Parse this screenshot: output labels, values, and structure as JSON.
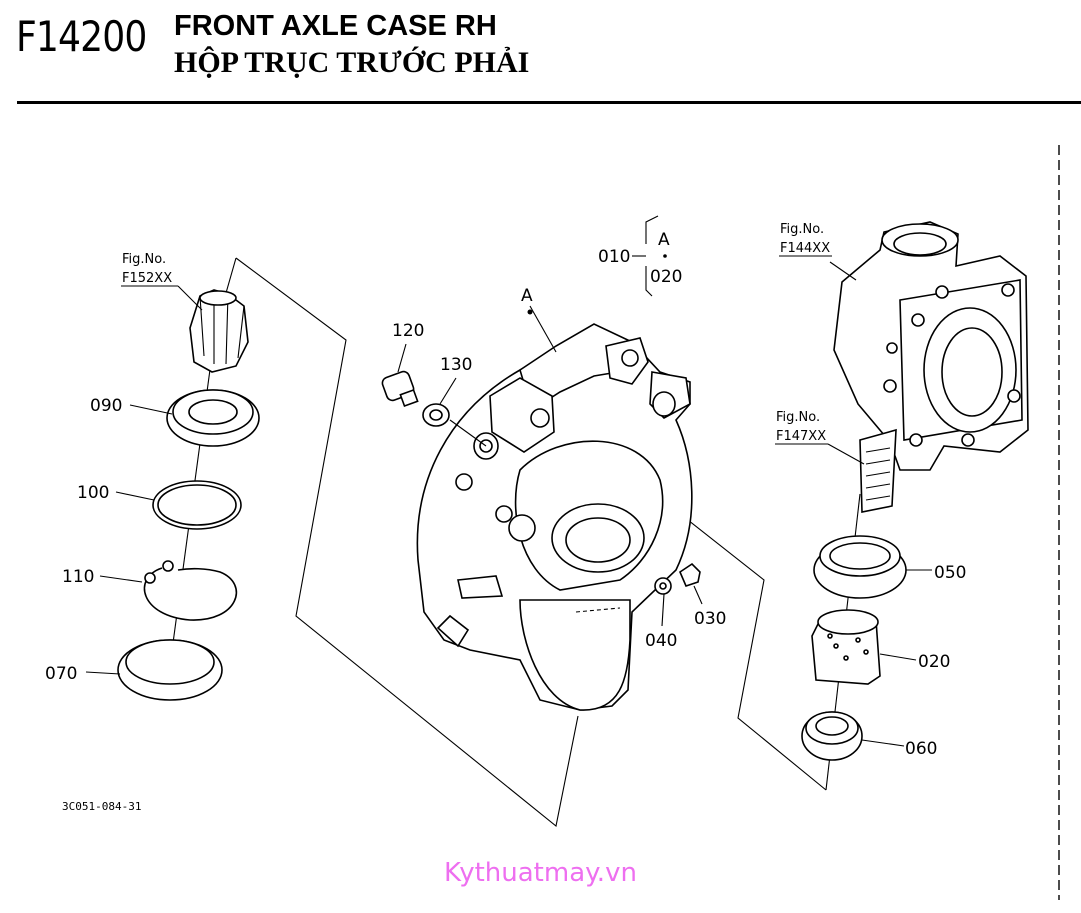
{
  "header": {
    "fig_code": "F14200",
    "title_en": "FRONT AXLE CASE RH",
    "title_vn": "HỘP TRỤC TRƯỚC PHẢI"
  },
  "callouts": {
    "p010": "010",
    "p020_ref": "020",
    "ref_a": "A",
    "ref_a_main": "A",
    "p120": "120",
    "p130": "130",
    "p090": "090",
    "p100": "100",
    "p110": "110",
    "p070": "070",
    "p040": "040",
    "p030": "030",
    "p050": "050",
    "p020": "020",
    "p060": "060"
  },
  "fig_refs": {
    "f152_label": "Fig.No.",
    "f152_code": "F152XX",
    "f144_label": "Fig.No.",
    "f144_code": "F144XX",
    "f147_label": "Fig.No.",
    "f147_code": "F147XX"
  },
  "drawing_code": "3C051-084-31",
  "watermark": "Kythuatmay.vn",
  "colors": {
    "watermark": "#ee6ff0",
    "ink": "#000000",
    "paper": "#ffffff"
  }
}
